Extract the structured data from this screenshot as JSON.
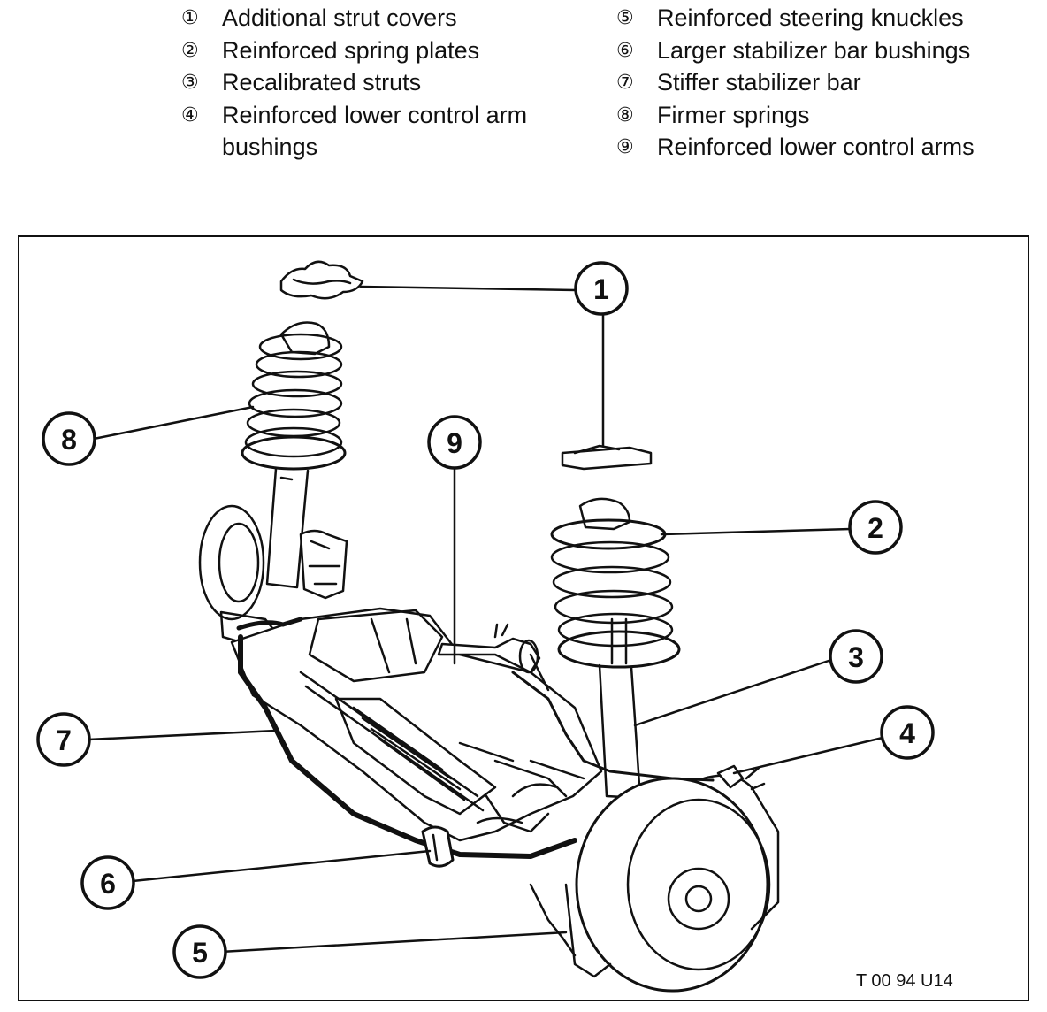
{
  "legend": {
    "left": [
      {
        "num": "①",
        "text": "Additional strut covers"
      },
      {
        "num": "②",
        "text": "Reinforced spring plates"
      },
      {
        "num": "③",
        "text": "Recalibrated struts"
      },
      {
        "num": "④",
        "text": "Reinforced lower control arm\nbushings"
      }
    ],
    "right": [
      {
        "num": "⑤",
        "text": "Reinforced steering knuckles"
      },
      {
        "num": "⑥",
        "text": "Larger stabilizer bar bushings"
      },
      {
        "num": "⑦",
        "text": "Stiffer stabilizer bar"
      },
      {
        "num": "⑧",
        "text": "Firmer springs"
      },
      {
        "num": "⑨",
        "text": "Reinforced lower control arms"
      }
    ]
  },
  "callouts": {
    "c1": "1",
    "c2": "2",
    "c3": "3",
    "c4": "4",
    "c5": "5",
    "c6": "6",
    "c7": "7",
    "c8": "8",
    "c9": "9"
  },
  "reference_code": "T 00 94 U14"
}
